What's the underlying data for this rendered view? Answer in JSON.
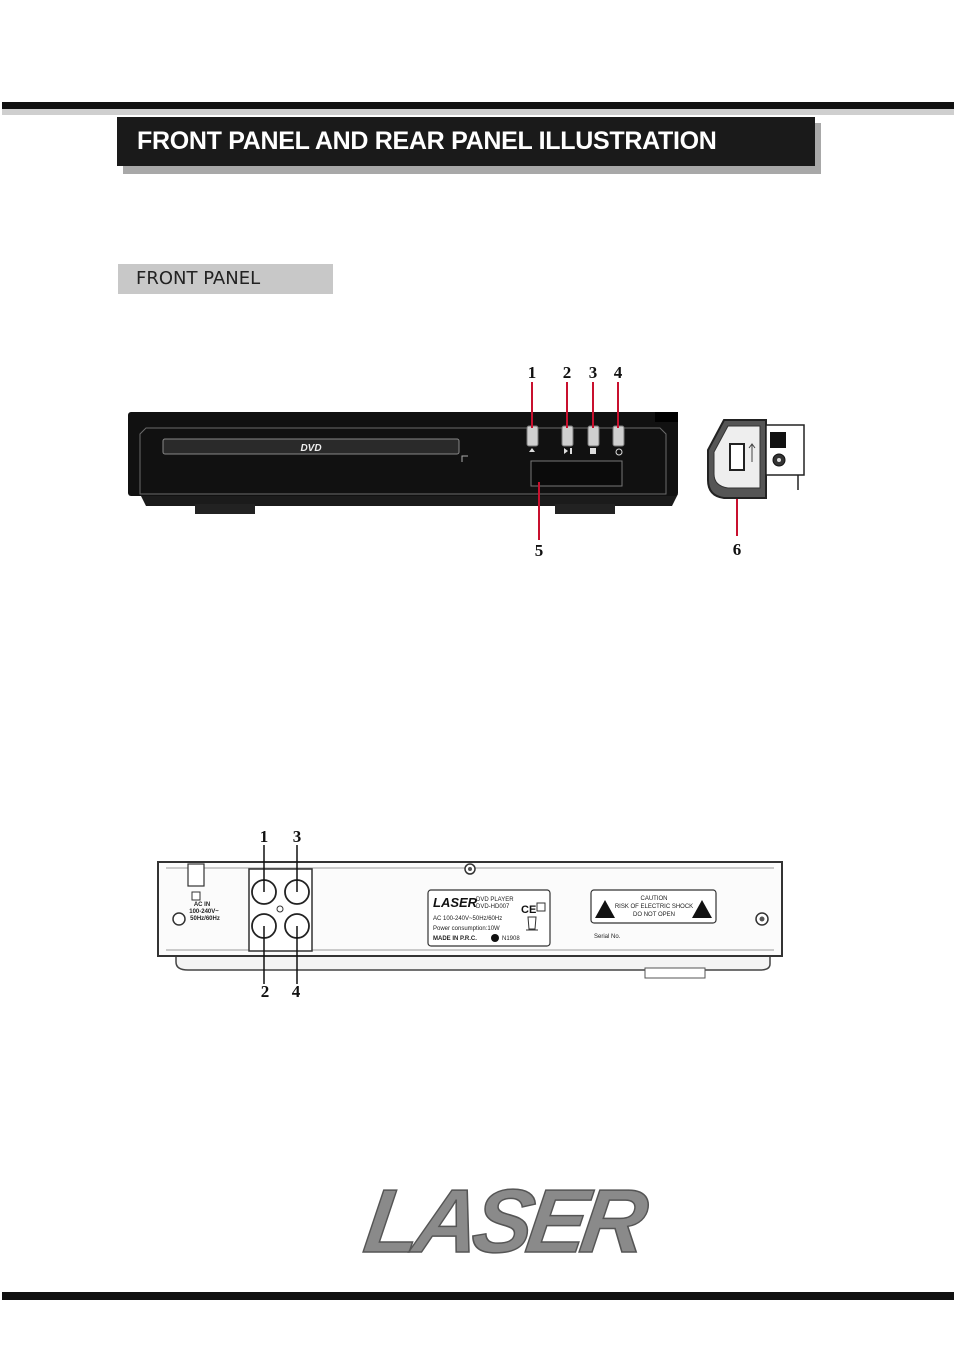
{
  "header": {
    "title": "FRONT PANEL AND REAR PANEL ILLUSTRATION"
  },
  "front_panel": {
    "section_label": "FRONT PANEL",
    "device_logo": "DVD",
    "callouts": [
      "1",
      "2",
      "3",
      "4",
      "5",
      "6"
    ]
  },
  "rear_panel": {
    "callouts": [
      "1",
      "3",
      "2",
      "4"
    ],
    "rating_label": {
      "brand": "LASER",
      "product_line1": "DVD PLAYER",
      "product_line2": "DVD-HD007",
      "power_line": "AC 100-240V~50Hz/60Hz",
      "consumption": "Power consumption:10W",
      "origin": "MADE IN P.R.C.",
      "code": "N1908",
      "ce_mark": "CE"
    },
    "caution_label": {
      "line1": "CAUTION",
      "line2": "RISK OF ELECTRIC SHOCK",
      "line3": "DO NOT OPEN"
    },
    "serial_label": "Serial No.",
    "ac_in_label": "AC IN",
    "ac_in_voltage": "100-240V~",
    "ac_in_freq": "50Hz/60Hz"
  },
  "footer": {
    "logo_text": "LASER"
  },
  "colors": {
    "rule": "#111111",
    "title_bg": "#1a1a1a",
    "section_bg": "#c8c8c8",
    "callout_line": "#c8102e",
    "logo_gray": "#8a8a8a"
  }
}
